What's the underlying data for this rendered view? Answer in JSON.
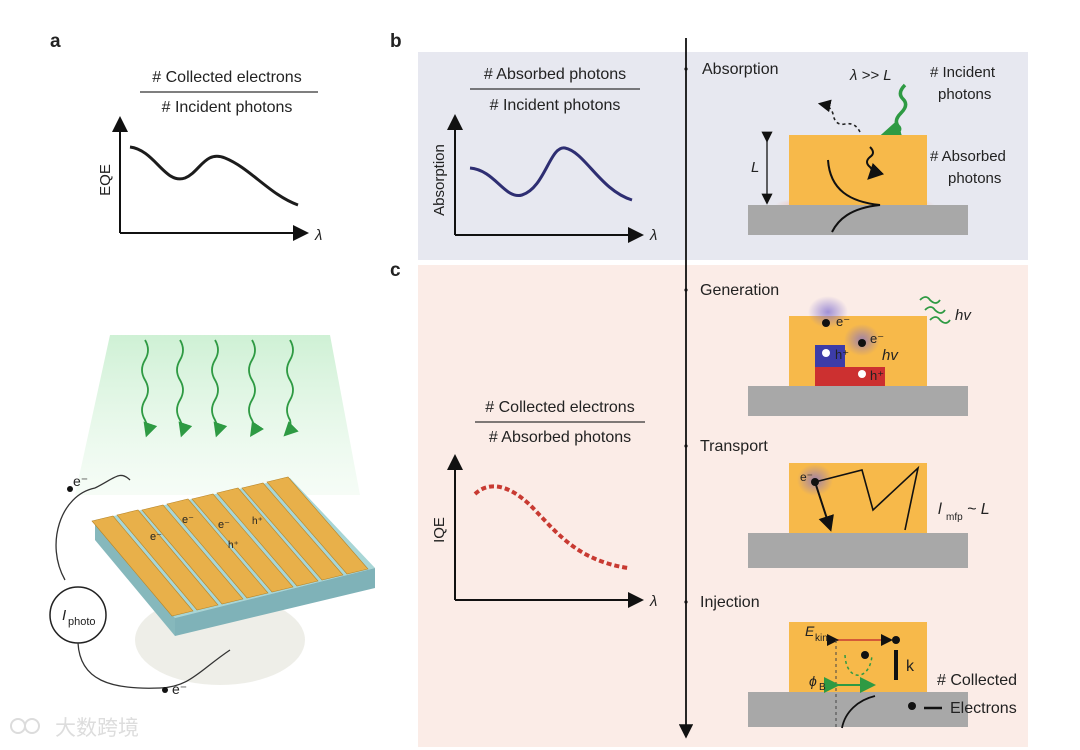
{
  "panels": {
    "a": {
      "label": "a",
      "numerator": "# Collected electrons",
      "denominator": "# Incident photons",
      "ylabel": "EQE",
      "xlabel": "λ",
      "circuit": {
        "current_symbol": "I",
        "current_sub": "photo",
        "electron_top": "e⁻",
        "electron_bottom": "e⁻"
      },
      "device_electron": "e⁻",
      "device_hole": "h⁺"
    },
    "b": {
      "label": "b",
      "numerator": "# Absorbed photons",
      "denominator": "# Incident photons",
      "ylabel": "Absorption",
      "xlabel": "λ",
      "stage": "Absorption",
      "condition": "λ >> L",
      "length_symbol": "L",
      "incident": [
        "# Incident",
        "photons"
      ],
      "absorbed": [
        "# Absorbed",
        "photons"
      ]
    },
    "c": {
      "label": "c",
      "numerator": "# Collected electrons",
      "denominator": "# Absorbed photons",
      "ylabel": "IQE",
      "xlabel": "λ",
      "stages": {
        "generation": {
          "title": "Generation",
          "hv": "hv",
          "electron": "e⁻",
          "hole": "h⁺"
        },
        "transport": {
          "title": "Transport",
          "electron": "e⁻",
          "mfp_symbol": "l",
          "mfp_sub": "mfp",
          "mfp_rel": "~ L"
        },
        "injection": {
          "title": "Injection",
          "ekin": "E",
          "ekin_sub": "kin",
          "phi": "ϕ",
          "phi_sub": "B",
          "k": "k",
          "collected": "# Collected",
          "electrons": "Electrons"
        }
      }
    }
  },
  "watermark": "大数跨境",
  "colors": {
    "panel_b_bg": "#e7e8f0",
    "panel_c_bg": "#fbece7",
    "gold": "#f7b94a",
    "substrate": "#a8a8a8",
    "absorption_curve": "#2e2e72",
    "iqe_curve": "#c83a32",
    "photon_green": "#2e9a43",
    "hole_blue": "#3c3ca8",
    "hole_red": "#cc3030"
  }
}
